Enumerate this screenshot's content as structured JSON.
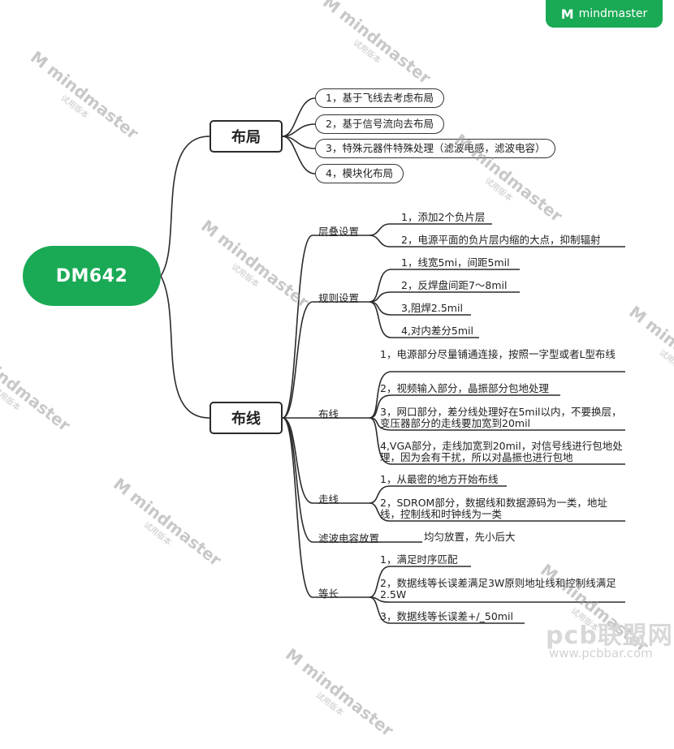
{
  "brand": {
    "label": "mindmaster",
    "logo": "M"
  },
  "watermark": {
    "text": "mindmaster",
    "sub": "试用版本",
    "logo": "M"
  },
  "corner": {
    "text": "pcb联盟网",
    "url": "www.pcbbar.com"
  },
  "colors": {
    "root_fill": "#1aaa55",
    "line": "#2b2b2b",
    "brand": "#1aaa55"
  },
  "root": {
    "label": "DM642"
  },
  "layout_branch": {
    "label": "布局",
    "items": [
      "1，基于飞线去考虑布局",
      "2，基于信号流向去布局",
      "3，特殊元器件特殊处理（滤波电感，滤波电容）",
      "4，模块化布局"
    ]
  },
  "routing_branch": {
    "label": "布线",
    "groups": [
      {
        "label": "层叠设置",
        "items": [
          "1，添加2个负片层",
          "2，电源平面的负片层内缩的大点，抑制辐射"
        ]
      },
      {
        "label": "规则设置",
        "items": [
          "1，线宽5mi，间距5mil",
          "2，反焊盘间距7～8mil",
          "3,阻焊2.5mil",
          "4,对内差分5mil"
        ]
      },
      {
        "label": "布线",
        "items": [
          "1，电源部分尽量铺通连接，按照一字型或者L型布线",
          "2，视频输入部分，晶振部分包地处理",
          "3，网口部分，差分线处理好在5mil以内，不要换层，变压器部分的走线要加宽到20mil",
          "4,VGA部分，走线加宽到20mil，对信号线进行包地处理，因为会有干扰，所以对晶振也进行包地"
        ]
      },
      {
        "label": "走线",
        "items": [
          "1，从最密的地方开始布线",
          "2，SDROM部分，数据线和数据源码为一类，地址线，控制线和时钟线为一类"
        ]
      },
      {
        "label": "滤波电容放置",
        "items": [
          "均匀放置，先小后大"
        ]
      },
      {
        "label": "等长",
        "items": [
          "1，满足时序匹配",
          "2，数据线等长误差满足3W原则地址线和控制线满足2.5W",
          "3，数据线等长误差+/_50mil"
        ]
      }
    ]
  }
}
